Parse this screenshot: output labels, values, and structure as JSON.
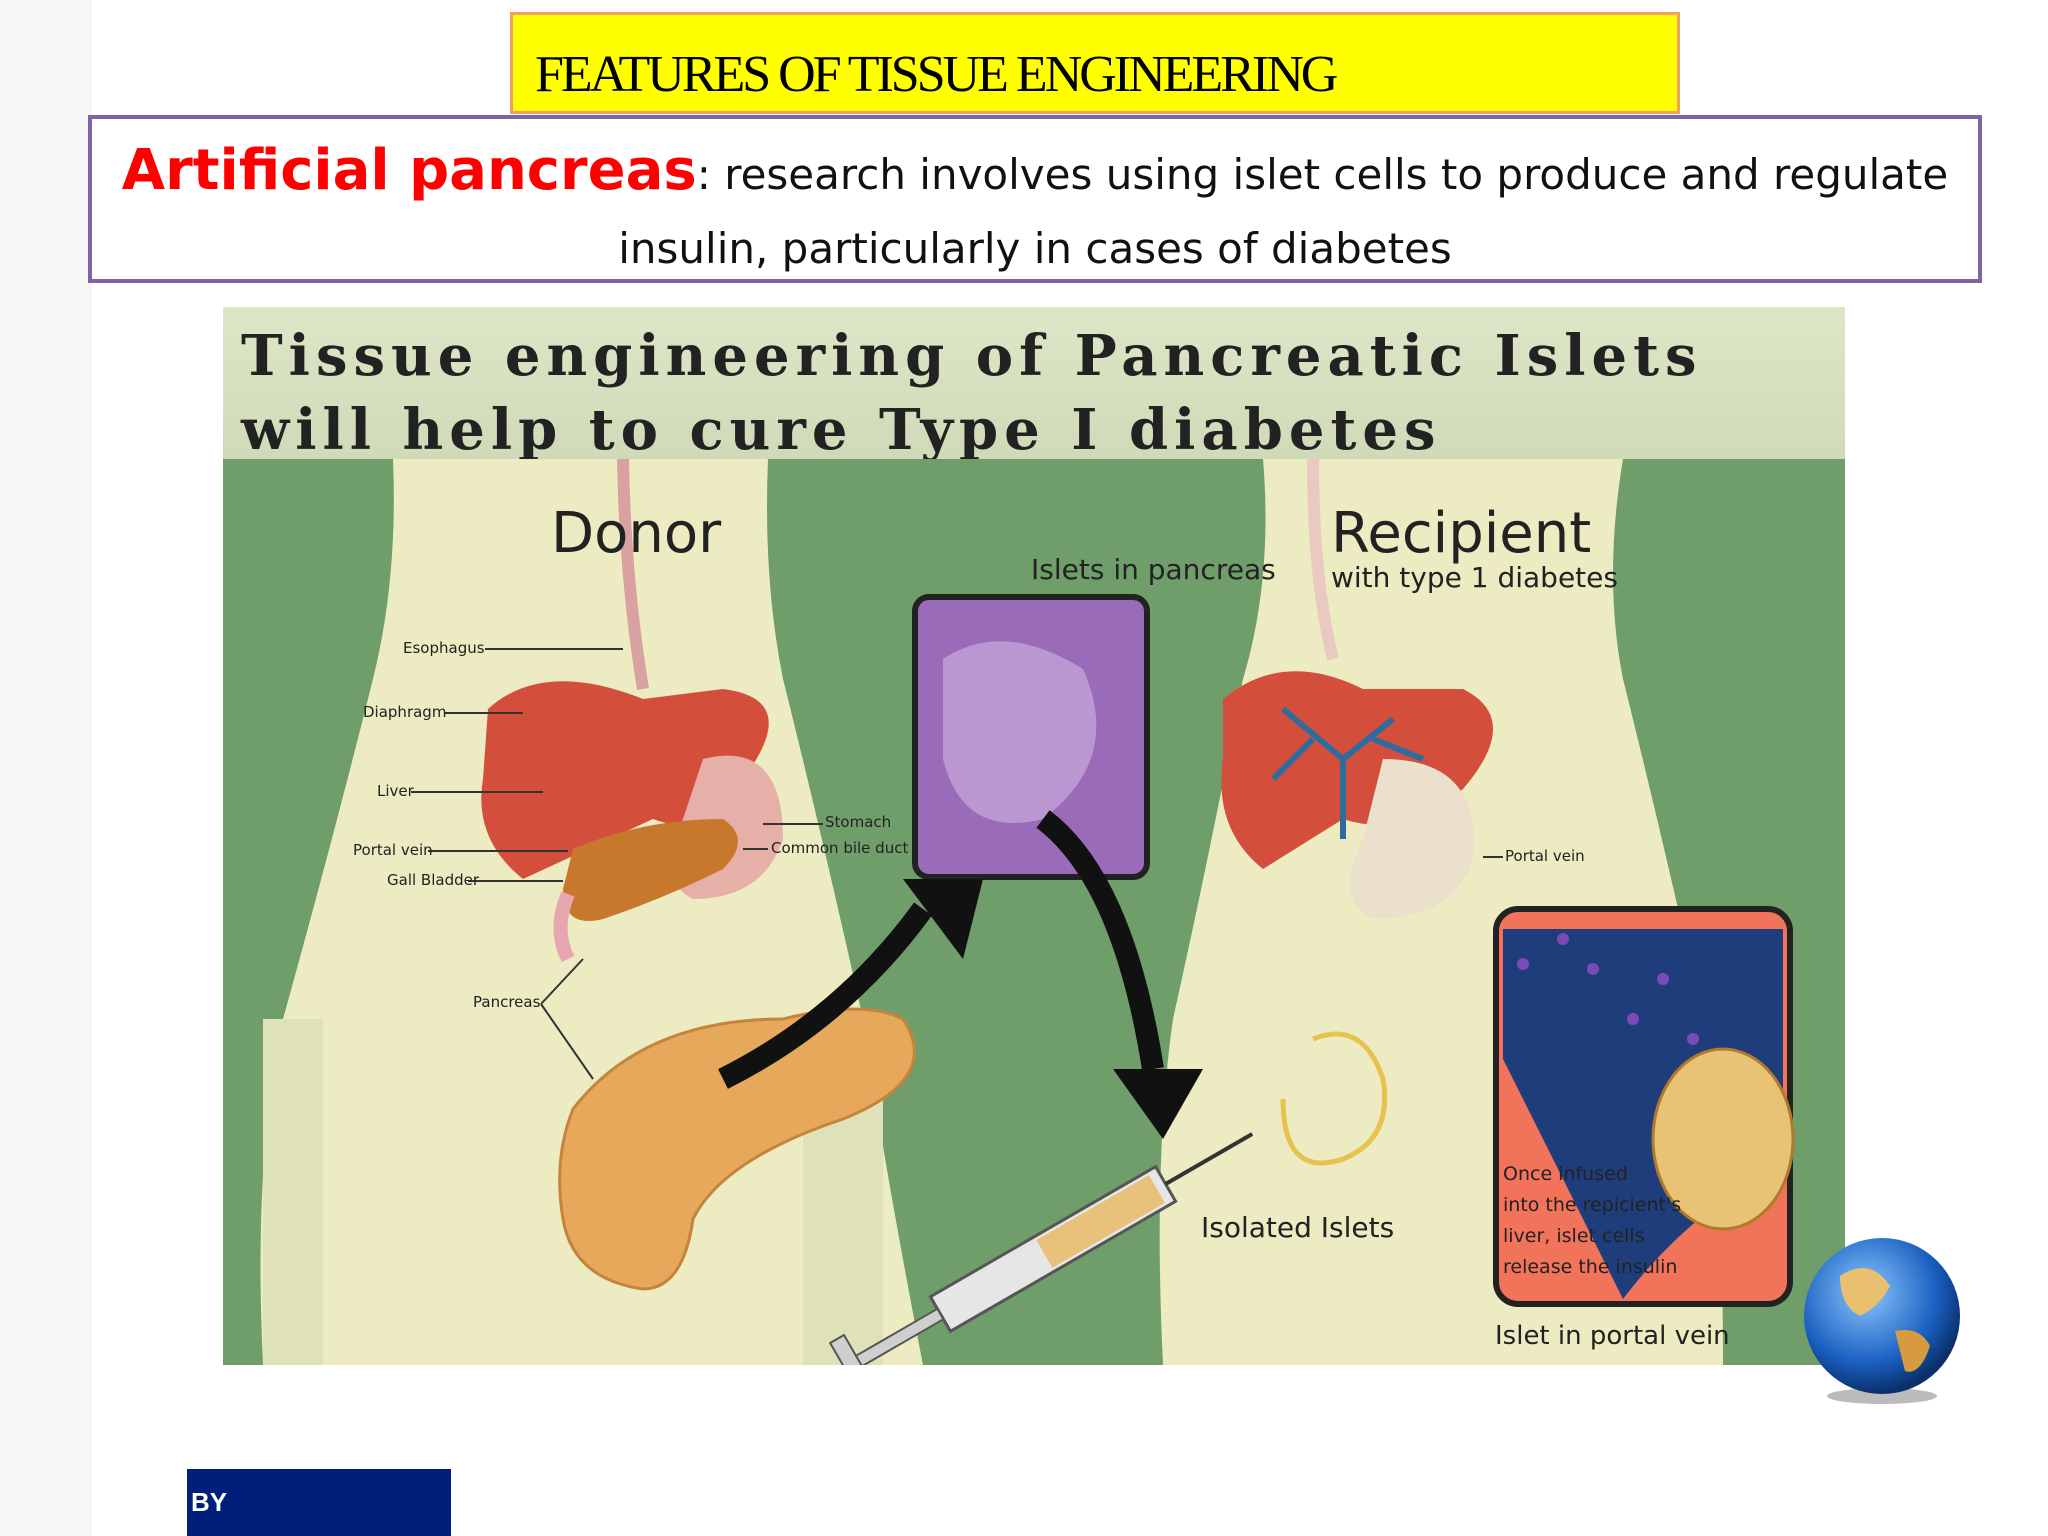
{
  "slide": {
    "title": "FEATURES OF TISSUE ENGINEERING",
    "description": {
      "term": "Artificial pancreas",
      "text": ": research involves using islet cells to produce and regulate insulin, particularly in cases of diabetes"
    }
  },
  "figure": {
    "heading_line1": "Tissue engineering of Pancreatic Islets",
    "heading_line2": "will help to cure Type I diabetes",
    "donor": "Donor",
    "recipient": "Recipient",
    "recipient_sub": "with type 1 diabetes",
    "islets_in_pancreas": "Islets in pancreas",
    "labels": {
      "esophagus": "Esophagus",
      "diaphragm": "Diaphragm",
      "liver": "Liver",
      "portal_vein": "Portal vein",
      "gall_bladder": "Gall Bladder",
      "stomach": "Stomach",
      "common_bile_duct": "Common bile duct",
      "pancreas": "Pancreas",
      "recipient_portal_vein": "Portal vein"
    },
    "isolated_islets": "Isolated Islets",
    "infused_note": [
      "Once infused",
      "into the repicient's",
      "liver, islet cells",
      "release the insulin"
    ],
    "islet_in_portal_vein": "Islet in portal vein"
  },
  "footer": {
    "badge_text": "BY"
  },
  "colors": {
    "title_bg": "#ffff00",
    "term": "#ff0000",
    "box_border": "#8064a2",
    "figure_bg": "#6f9e6a",
    "badge_bg": "#001f7a"
  }
}
